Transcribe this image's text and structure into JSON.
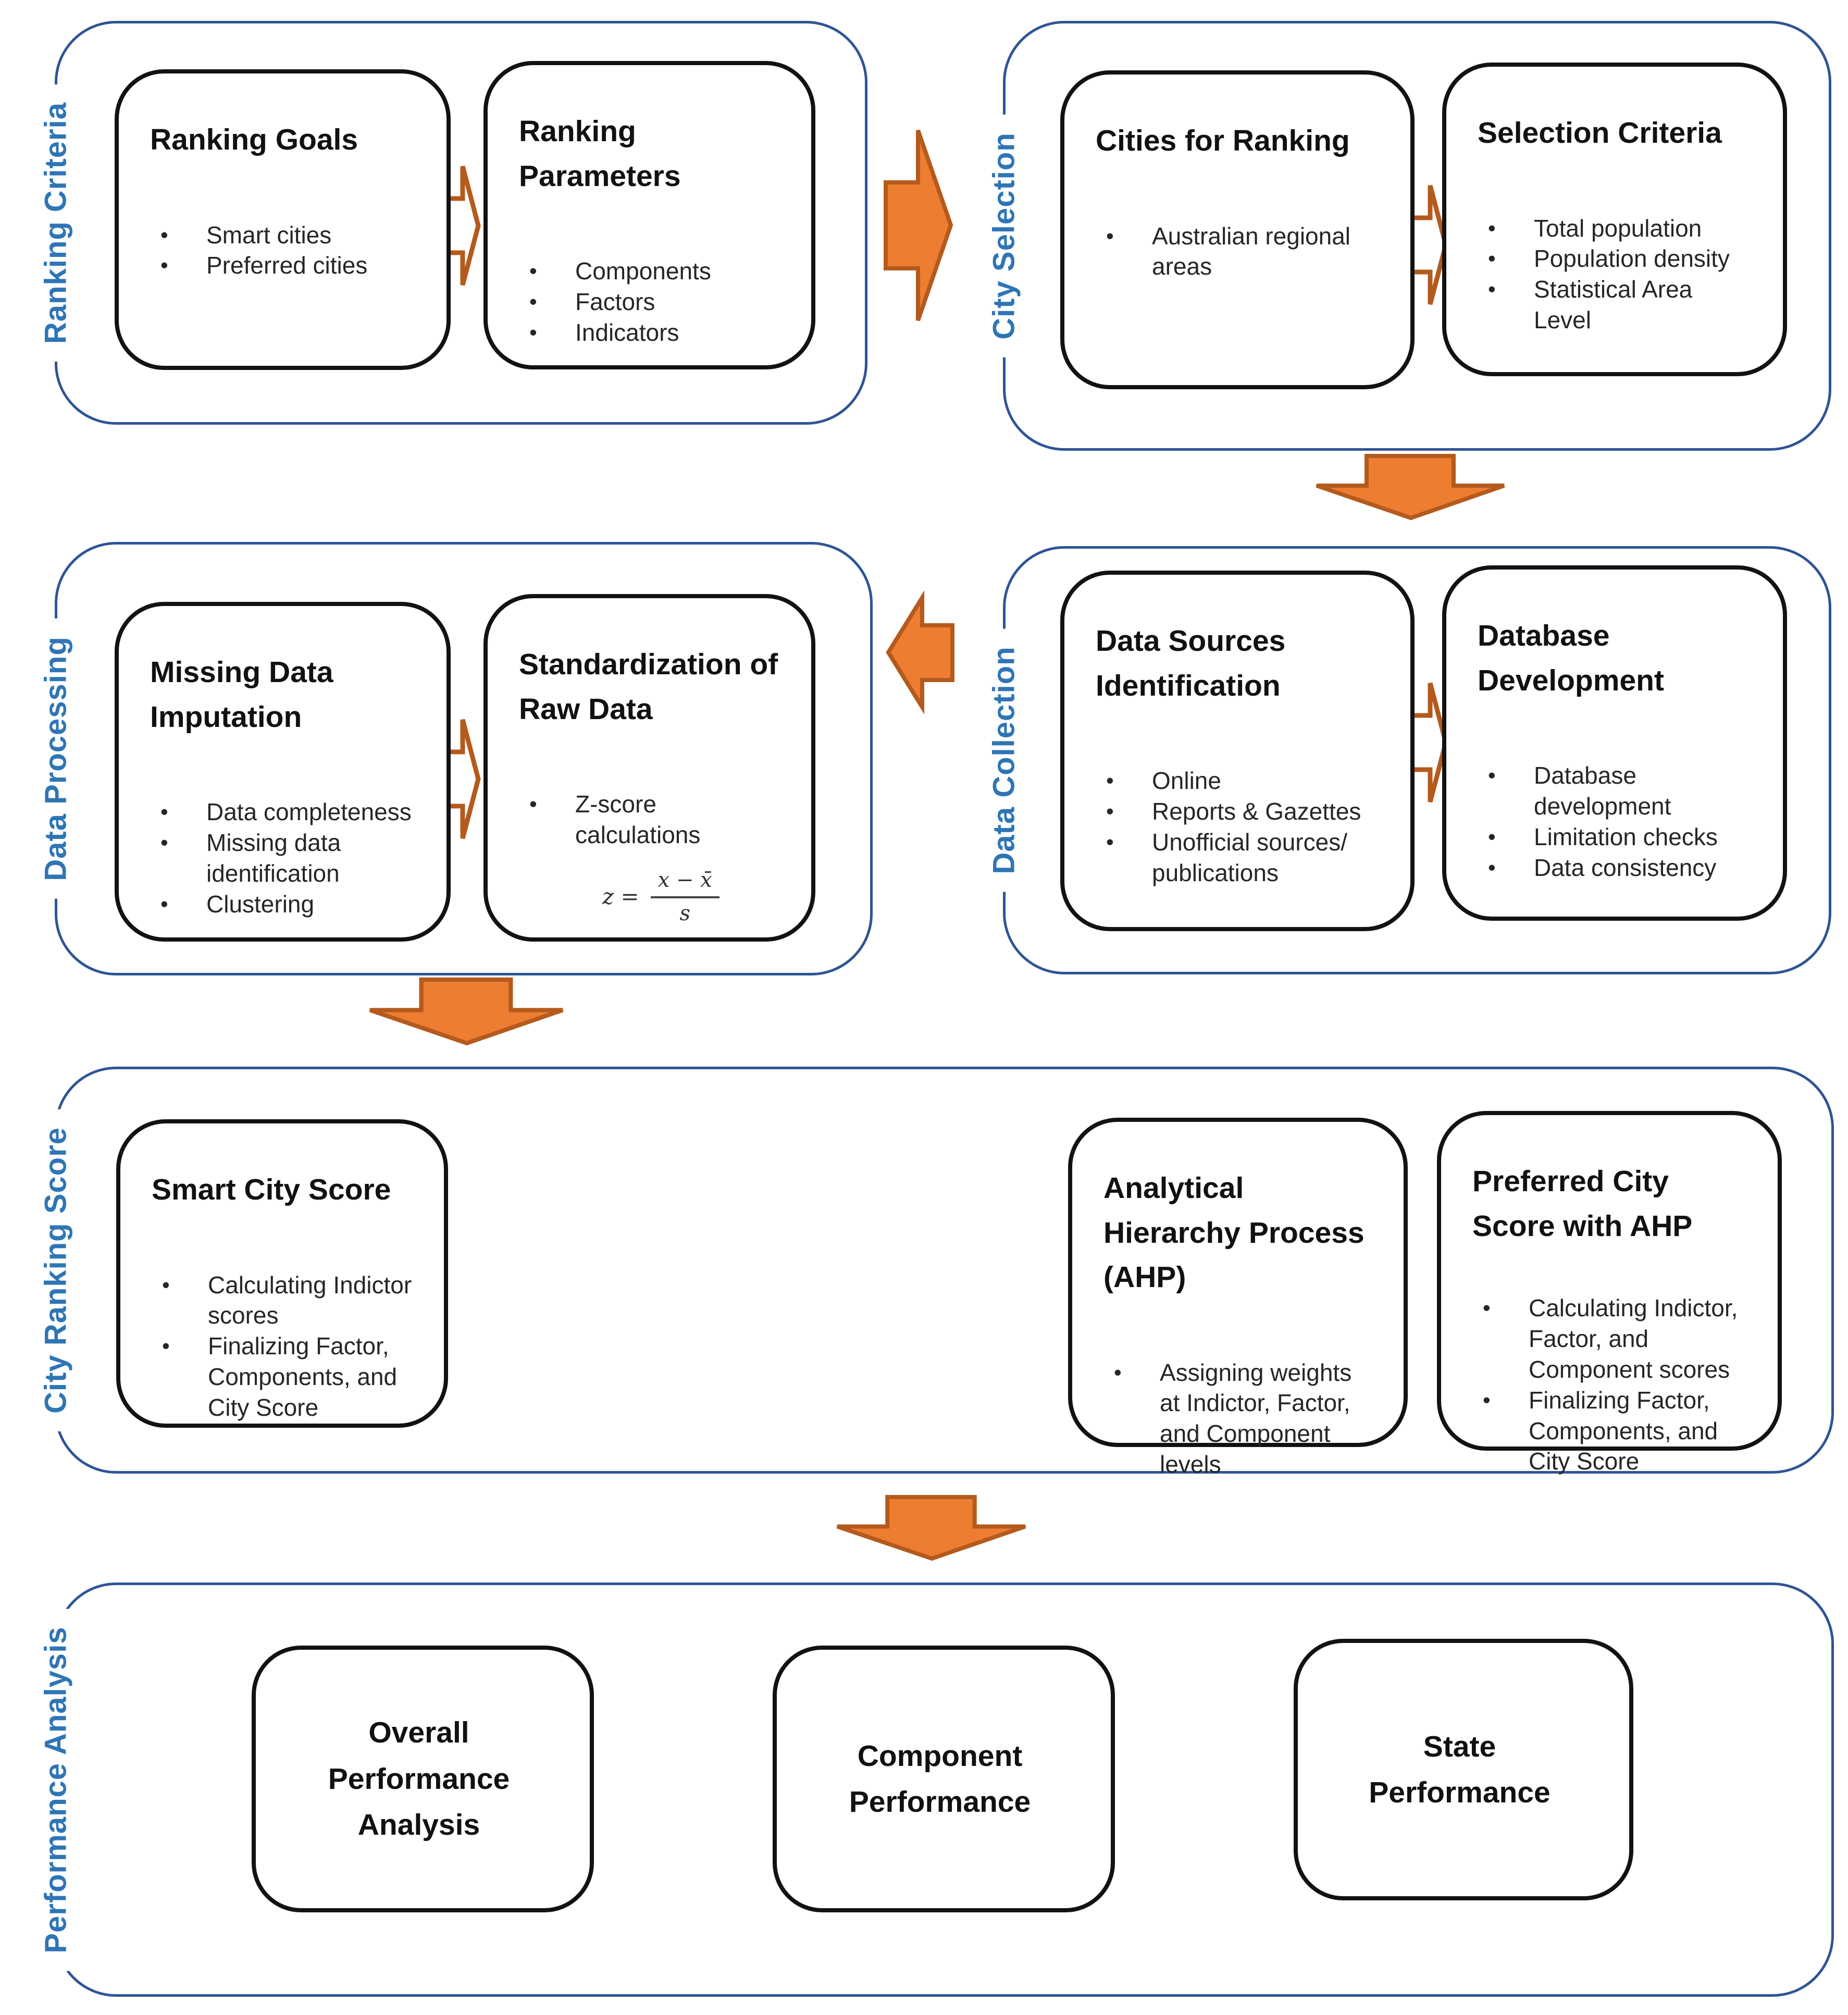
{
  "theme": {
    "accent_orange": "#ED7D31",
    "accent_orange_dark": "#B45A1D",
    "label_blue": "#2E75B6",
    "panel_border_blue": "#2F5496",
    "box_border": "#121212",
    "title_color": "#111111",
    "text_color": "#262626",
    "background": "#FFFFFF"
  },
  "sections": [
    {
      "label": "Ranking Criteria",
      "boxes": [
        {
          "title": "Ranking Goals",
          "bullets": [
            "Smart cities",
            "Preferred cities"
          ]
        },
        {
          "title": "Ranking Parameters",
          "bullets": [
            "Components",
            "Factors",
            "Indicators"
          ]
        }
      ]
    },
    {
      "label": "City Selection",
      "boxes": [
        {
          "title": "Cities for Ranking",
          "bullets": [
            "Australian regional areas"
          ]
        },
        {
          "title": "Selection Criteria",
          "bullets": [
            "Total population",
            "Population density",
            "Statistical Area Level"
          ]
        }
      ]
    },
    {
      "label": "Data Collection",
      "boxes": [
        {
          "title": "Data Sources Identification",
          "bullets": [
            "Online",
            "Reports & Gazettes",
            "Unofficial sources/ publications"
          ]
        },
        {
          "title": "Database Development",
          "bullets": [
            "Database development",
            "Limitation checks",
            "Data consistency"
          ]
        }
      ]
    },
    {
      "label": "Data Processing",
      "boxes": [
        {
          "title": "Missing Data Imputation",
          "bullets": [
            "Data completeness",
            "Missing data identification",
            "Clustering"
          ]
        },
        {
          "title": "Standardization of Raw Data",
          "bullets": [
            "Z-score calculations"
          ],
          "formula": {
            "lhs": "z =",
            "numerator": "x − x̄",
            "denominator": "s"
          }
        }
      ]
    },
    {
      "label": "City Ranking Score",
      "boxes": [
        {
          "title": "Smart City Score",
          "bullets": [
            "Calculating Indictor scores",
            "Finalizing Factor, Components, and City Score"
          ]
        },
        {
          "title": "Analytical Hierarchy Process (AHP)",
          "bullets": [
            "Assigning weights at Indictor, Factor, and Component levels"
          ]
        },
        {
          "title": "Preferred City Score with AHP",
          "bullets": [
            "Calculating Indictor, Factor, and Component scores",
            "Finalizing Factor, Components, and City Score"
          ]
        }
      ]
    },
    {
      "label": "Performance Analysis",
      "boxes": [
        {
          "title": "Overall Performance Analysis"
        },
        {
          "title": "Component Performance"
        },
        {
          "title": "State Performance"
        }
      ]
    }
  ],
  "arrows": [
    {
      "name": "ranking-criteria-to-city-selection",
      "direction": "right",
      "style": "solid"
    },
    {
      "name": "city-selection-to-data-collection",
      "direction": "down",
      "style": "solid"
    },
    {
      "name": "data-collection-to-data-processing",
      "direction": "left",
      "style": "solid"
    },
    {
      "name": "data-processing-to-city-ranking-score",
      "direction": "down",
      "style": "solid"
    },
    {
      "name": "city-ranking-score-to-performance-analysis",
      "direction": "down",
      "style": "solid"
    },
    {
      "name": "ranking-goals-to-ranking-parameters",
      "direction": "right",
      "style": "outline"
    },
    {
      "name": "cities-for-ranking-to-selection-criteria",
      "direction": "right",
      "style": "outline"
    },
    {
      "name": "data-sources-to-database-development",
      "direction": "right",
      "style": "outline"
    },
    {
      "name": "missing-data-to-standardization",
      "direction": "right",
      "style": "outline"
    }
  ]
}
